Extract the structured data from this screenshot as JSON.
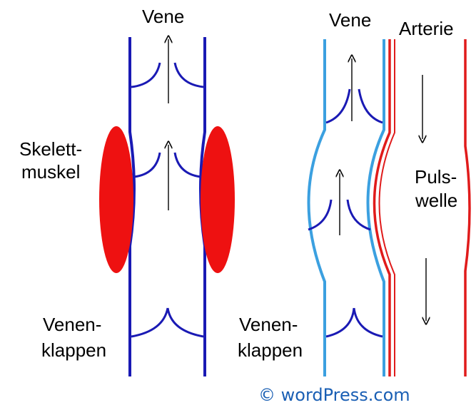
{
  "labels": {
    "vene_left": "Vene",
    "skelettmuskel_1": "Skelett-",
    "skelettmuskel_2": "muskel",
    "venenklappen_left_1": "Venen-",
    "venenklappen_left_2": "klappen",
    "vene_right": "Vene",
    "arterie": "Arterie",
    "pulswelle_1": "Puls-",
    "pulswelle_2": "welle",
    "venenklappen_right_1": "Venen-",
    "venenklappen_right_2": "klappen"
  },
  "credit": "© wordPress.com",
  "colors": {
    "vein_dark": "#1a1ab4",
    "vein_light": "#3ba0e0",
    "artery": "#e01b1b",
    "muscle": "#ee1111"
  }
}
